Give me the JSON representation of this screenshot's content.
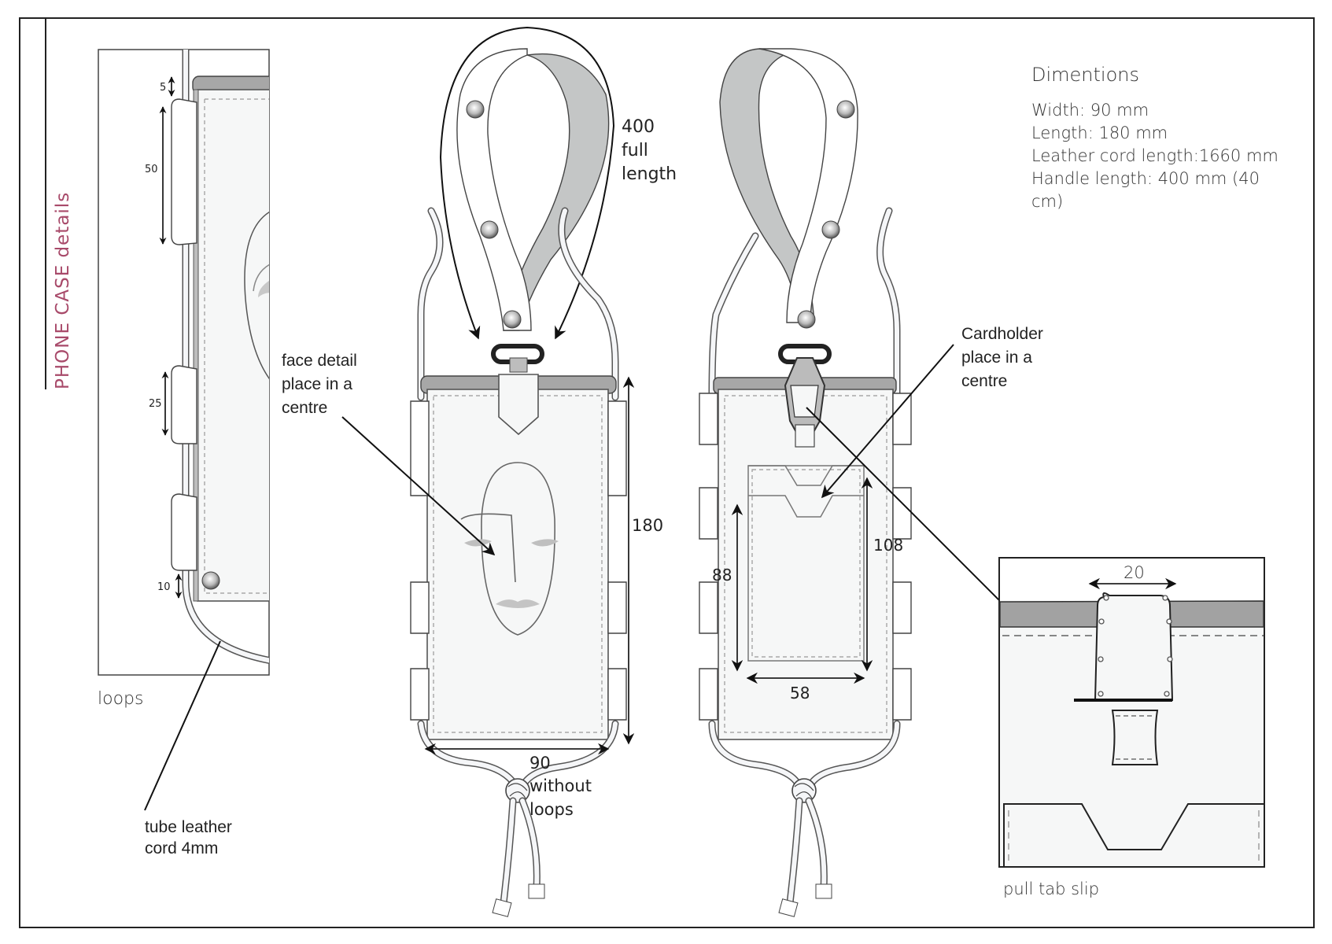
{
  "sheet": {
    "title": "PHONE CASE details",
    "title_color": "#a84a6a",
    "frame_color": "#222222"
  },
  "dimensions_panel": {
    "heading": "Dimentions",
    "lines": [
      "Width: 90 mm",
      "Length: 180 mm",
      "Leather cord length:1660 mm",
      "Handle length: 400 mm (40",
      "cm)"
    ]
  },
  "loops_detail": {
    "caption": "loops",
    "measurements": [
      "5",
      "50",
      "25",
      "10"
    ],
    "cord_label_line1": "tube leather",
    "cord_label_line2": "cord 4mm"
  },
  "front_view": {
    "handle_label": [
      "400",
      "full",
      "length"
    ],
    "face_label": [
      "face detail",
      "place in a",
      "centre"
    ],
    "height_label": "180",
    "width_label": "90",
    "width_note": [
      "without",
      "loops"
    ]
  },
  "back_view": {
    "cardholder_label": [
      "Cardholder",
      "place in a",
      "centre"
    ],
    "pocket_height_label": "88",
    "pocket_outer_height_label": "108",
    "pocket_width_label": "58"
  },
  "pull_tab_detail": {
    "caption": "pull tab slip",
    "width_label": "20"
  },
  "colors": {
    "leather": "#f6f7f7",
    "edge_gray": "#a7a7a7",
    "strap_back": "#c4c6c6",
    "outline": "#444444"
  }
}
